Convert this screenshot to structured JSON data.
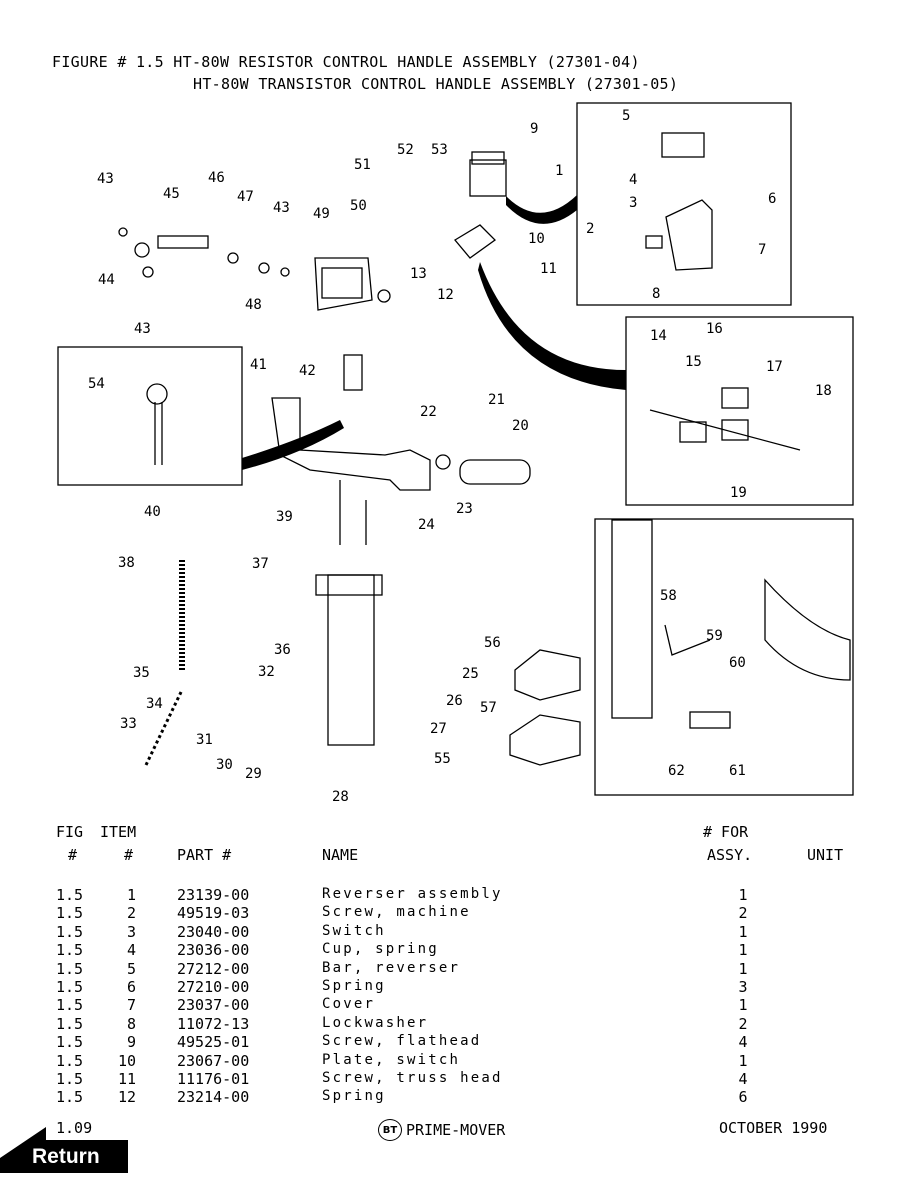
{
  "title": {
    "line1": "FIGURE # 1.5 HT-80W RESISTOR CONTROL HANDLE ASSEMBLY (27301-04)",
    "line2": "HT-80W TRANSISTOR CONTROL HANDLE ASSEMBLY (27301-05)"
  },
  "callouts": [
    "1",
    "2",
    "3",
    "4",
    "5",
    "6",
    "7",
    "8",
    "9",
    "10",
    "11",
    "12",
    "13",
    "14",
    "15",
    "16",
    "17",
    "18",
    "19",
    "20",
    "21",
    "22",
    "23",
    "24",
    "25",
    "26",
    "27",
    "28",
    "29",
    "30",
    "31",
    "32",
    "33",
    "34",
    "35",
    "36",
    "37",
    "38",
    "39",
    "40",
    "41",
    "42",
    "43",
    "43",
    "43",
    "44",
    "45",
    "46",
    "47",
    "48",
    "49",
    "50",
    "51",
    "52",
    "53",
    "54",
    "55",
    "56",
    "57",
    "58",
    "59",
    "60",
    "61",
    "62"
  ],
  "table": {
    "headers": {
      "fig_top": "FIG",
      "item_top": "ITEM",
      "for_top": "# FOR",
      "fig": "#",
      "item": "#",
      "part": "PART #",
      "name": "NAME",
      "assy": "ASSY.",
      "unit": "UNIT"
    },
    "rows": [
      {
        "fig": "1.5",
        "item": "1",
        "part": "23139-00",
        "name": "Reverser assembly",
        "qty": "1"
      },
      {
        "fig": "1.5",
        "item": "2",
        "part": "49519-03",
        "name": "Screw, machine",
        "qty": "2"
      },
      {
        "fig": "1.5",
        "item": "3",
        "part": "23040-00",
        "name": "Switch",
        "qty": "1"
      },
      {
        "fig": "1.5",
        "item": "4",
        "part": "23036-00",
        "name": "Cup, spring",
        "qty": "1"
      },
      {
        "fig": "1.5",
        "item": "5",
        "part": "27212-00",
        "name": "Bar, reverser",
        "qty": "1"
      },
      {
        "fig": "1.5",
        "item": "6",
        "part": "27210-00",
        "name": "Spring",
        "qty": "3"
      },
      {
        "fig": "1.5",
        "item": "7",
        "part": "23037-00",
        "name": "Cover",
        "qty": "1"
      },
      {
        "fig": "1.5",
        "item": "8",
        "part": "11072-13",
        "name": "Lockwasher",
        "qty": "2"
      },
      {
        "fig": "1.5",
        "item": "9",
        "part": "49525-01",
        "name": "Screw, flathead",
        "qty": "4"
      },
      {
        "fig": "1.5",
        "item": "10",
        "part": "23067-00",
        "name": "Plate, switch",
        "qty": "1"
      },
      {
        "fig": "1.5",
        "item": "11",
        "part": "11176-01",
        "name": "Screw, truss head",
        "qty": "4"
      },
      {
        "fig": "1.5",
        "item": "12",
        "part": "23214-00",
        "name": "Spring",
        "qty": "6"
      }
    ]
  },
  "footer": {
    "page": "1.09",
    "brand_logo": "BT",
    "brand": "PRIME-MOVER",
    "date": "OCTOBER 1990"
  },
  "return_button": {
    "label": "Return"
  }
}
